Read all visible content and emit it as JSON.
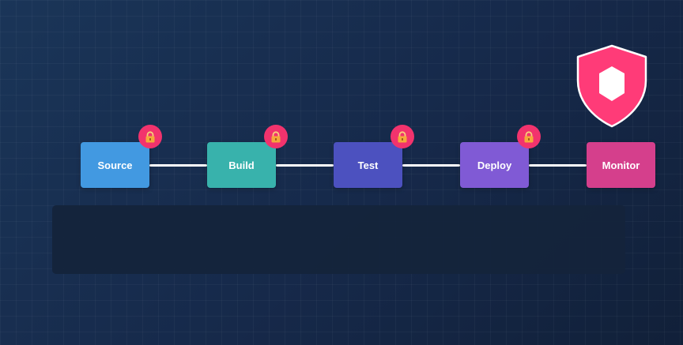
{
  "pipeline": {
    "stages": [
      {
        "label": "Source",
        "color": "#4299e1",
        "locked": true
      },
      {
        "label": "Build",
        "color": "#38b2ac",
        "locked": true
      },
      {
        "label": "Test",
        "color": "#4c51bf",
        "locked": true
      },
      {
        "label": "Deploy",
        "color": "#805ad5",
        "locked": true
      },
      {
        "label": "Monitor",
        "color": "#d53f8c",
        "locked": false
      }
    ],
    "lock_icon": "padlock-icon",
    "shield_icon": "security-shield-icon",
    "shield_color": "#ff3b78"
  },
  "console": {
    "text": ""
  }
}
